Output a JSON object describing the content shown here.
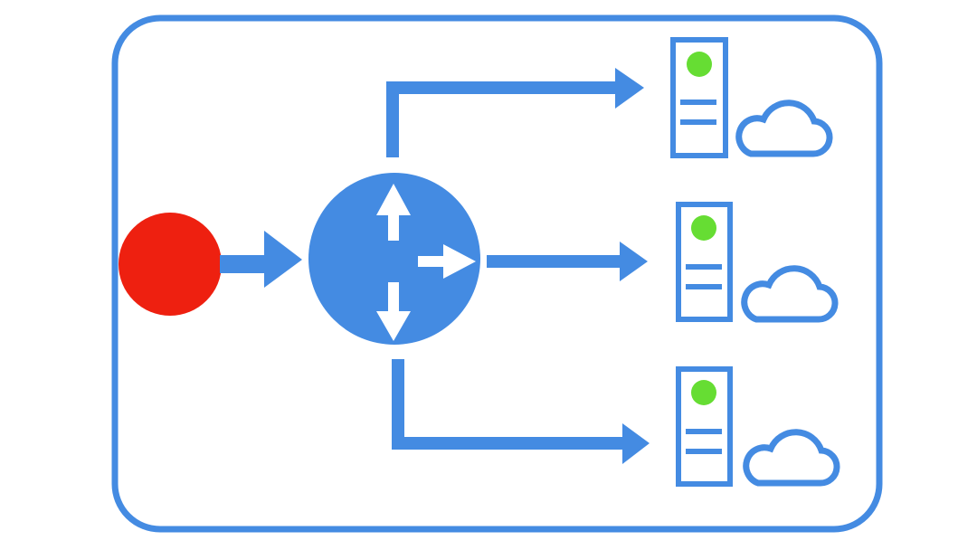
{
  "diagram": {
    "description_visible_text": "",
    "colors": {
      "primary": "#448be2",
      "source": "#ee2010",
      "status": "#66dd33",
      "background": "#ffffff"
    },
    "nodes": [
      {
        "id": "source",
        "icon": "red-circle-icon"
      },
      {
        "id": "router",
        "icon": "router-icon"
      },
      {
        "id": "server-1",
        "icon": "cloud-server-icon",
        "status": "online"
      },
      {
        "id": "server-2",
        "icon": "cloud-server-icon",
        "status": "online"
      },
      {
        "id": "server-3",
        "icon": "cloud-server-icon",
        "status": "online"
      }
    ],
    "edges": [
      {
        "from": "source",
        "to": "router"
      },
      {
        "from": "router",
        "to": "server-1"
      },
      {
        "from": "router",
        "to": "server-2"
      },
      {
        "from": "router",
        "to": "server-3"
      }
    ]
  }
}
